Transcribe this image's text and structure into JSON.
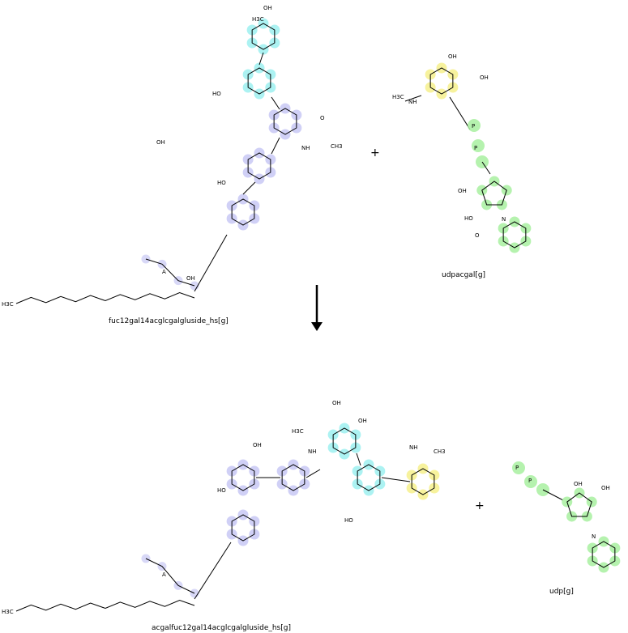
{
  "reaction": {
    "substrates": [
      {
        "name": "fuc12gal14acglcgalgluside_hs[g]"
      },
      {
        "name": "udpacgal[g]"
      }
    ],
    "products": [
      {
        "name": "acgalfuc12gal14acglcgalgluside_hs[g]"
      },
      {
        "name": "udp[g]"
      }
    ],
    "plus": "+",
    "arrow": "reaction-arrow-down"
  },
  "colors": {
    "purple": "#c8c8f4",
    "cyan": "#9ef0f0",
    "yellow": "#f6f08c",
    "green": "#a8f0a0",
    "bond": "#000000"
  },
  "atom_labels": [
    "H3C",
    "OH",
    "HO",
    "NH",
    "O",
    "CH3",
    "N",
    "P",
    "A"
  ]
}
